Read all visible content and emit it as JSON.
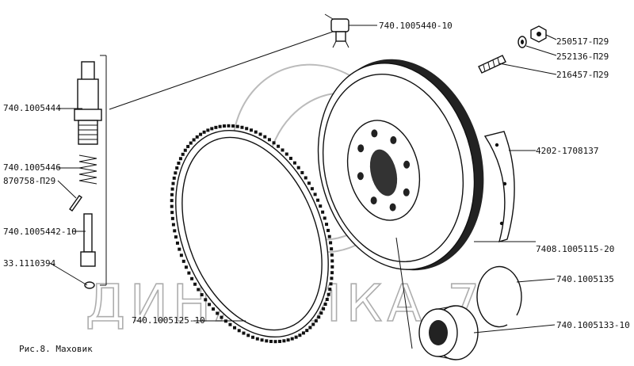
{
  "diagram": {
    "caption": "Рис.8. Маховик",
    "watermark": "ДИНАМИКА 76",
    "labels": {
      "sensor": "740.1005440-10",
      "nut": "250517-П29",
      "washer": "252136-П29",
      "stud": "216457-П29",
      "shaft": "740.1005444",
      "spring": "740.1005446",
      "pin": "870758-П29",
      "rod": "740.1005442-10",
      "small_washer": "33.1110394",
      "segment": "4202-1708137",
      "flywheel": "7408.1005115-20",
      "ring_gear": "740.1005125-10",
      "snap_ring": "740.1005135",
      "bearing": "740.1005133-10"
    }
  }
}
